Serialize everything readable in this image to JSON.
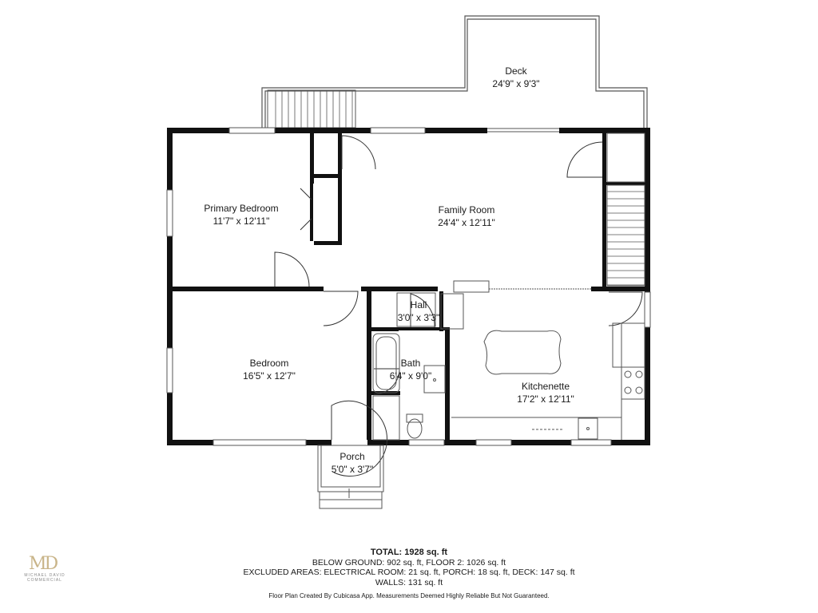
{
  "rooms": {
    "deck": {
      "name": "Deck",
      "size": "24'9\" x 9'3\""
    },
    "primary_bedroom": {
      "name": "Primary Bedroom",
      "size": "11'7\" x 12'11\""
    },
    "family_room": {
      "name": "Family Room",
      "size": "24'4\" x 12'11\""
    },
    "hall": {
      "name": "Hall",
      "size": "3'0\" x 3'3\""
    },
    "bedroom": {
      "name": "Bedroom",
      "size": "16'5\" x 12'7\""
    },
    "bath": {
      "name": "Bath",
      "size": "6'4\" x 9'0\""
    },
    "kitchenette": {
      "name": "Kitchenette",
      "size": "17'2\" x 12'11\""
    },
    "porch": {
      "name": "Porch",
      "size": "5'0\" x 3'7\""
    }
  },
  "summary": {
    "total": "TOTAL: 1928 sq. ft",
    "floors": "BELOW GROUND: 902 sq. ft, FLOOR 2: 1026 sq. ft",
    "excluded": "EXCLUDED AREAS: ELECTRICAL ROOM: 21 sq. ft, PORCH: 18 sq. ft, DECK: 147 sq. ft",
    "walls": "WALLS: 131 sq. ft"
  },
  "credit": "Floor Plan Created By Cubicasa App. Measurements Deemed Highly Reliable But Not Guaranteed.",
  "logo": {
    "mark": "MD",
    "line1": "MICHAEL DAVID",
    "line2": "COMMERCIAL",
    "color": "#c9b58a"
  },
  "colors": {
    "wall": "#111111",
    "line": "#555555"
  }
}
